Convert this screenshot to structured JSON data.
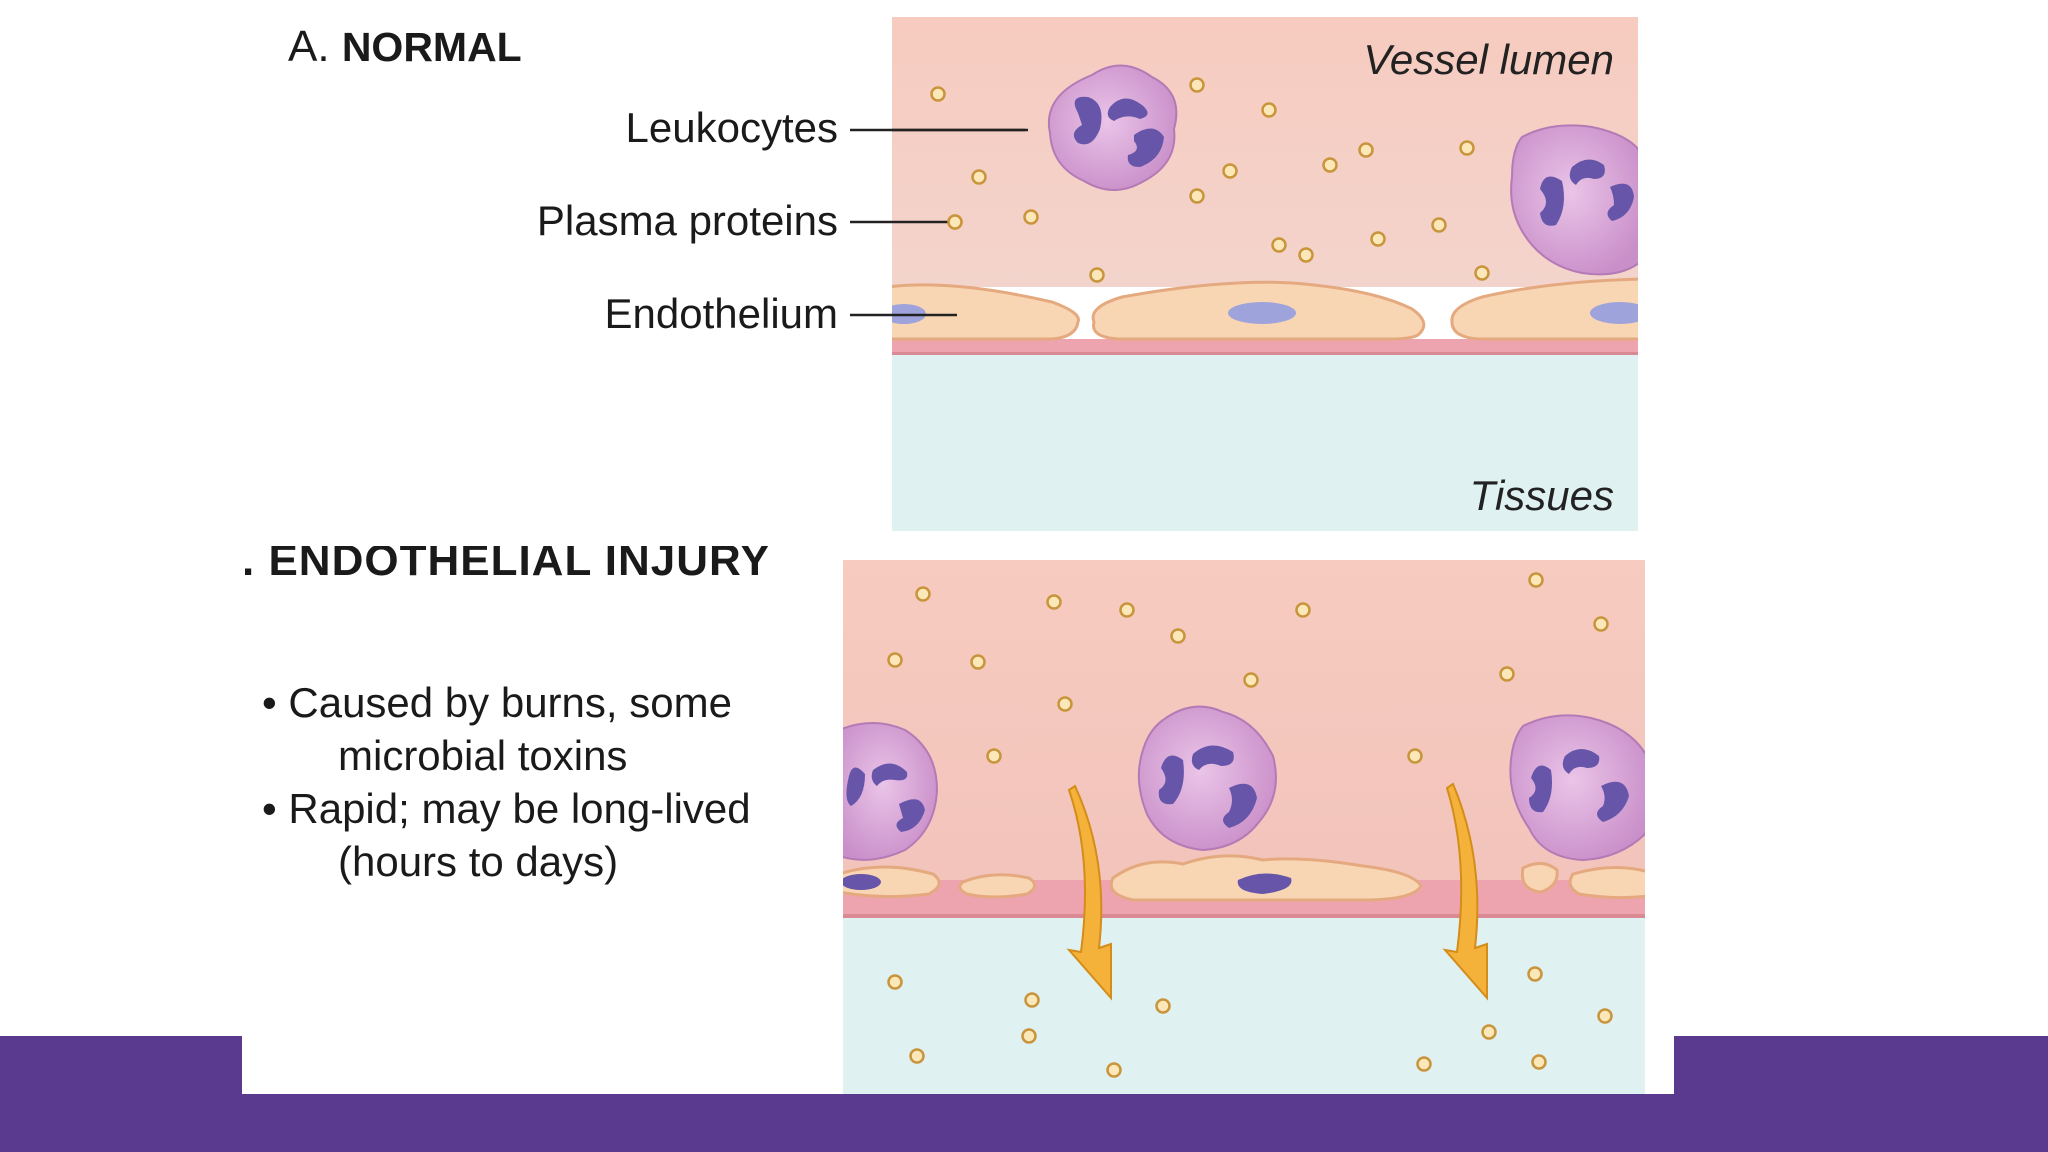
{
  "panel_a": {
    "heading_letter": "A.",
    "heading_word": "NORMAL",
    "labels": {
      "leukocytes": "Leukocytes",
      "plasma_proteins": "Plasma proteins",
      "endothelium": "Endothelium"
    },
    "vessel_lumen": "Vessel lumen",
    "tissues": "Tissues"
  },
  "panel_b": {
    "heading": ". ENDOTHELIAL INJURY",
    "bullets": [
      {
        "line1": "• Caused by burns, some",
        "line2": "microbial toxins"
      },
      {
        "line1": "• Rapid; may be long-lived",
        "line2": "(hours to days)"
      }
    ]
  },
  "colors": {
    "lumen": "#f6c9c0",
    "tissue": "#e0f1f1",
    "endothelium": "#f7d3b0",
    "basement_membrane": "#eea4ae",
    "leukocyte_cytoplasm": "#d9a3d6",
    "leukocyte_nucleus": "#6655a8",
    "protein_fill": "#fbe7b8",
    "protein_stroke": "#c9953c",
    "arrow": "#f4b23a",
    "purple_band": "#5a3a8e"
  }
}
